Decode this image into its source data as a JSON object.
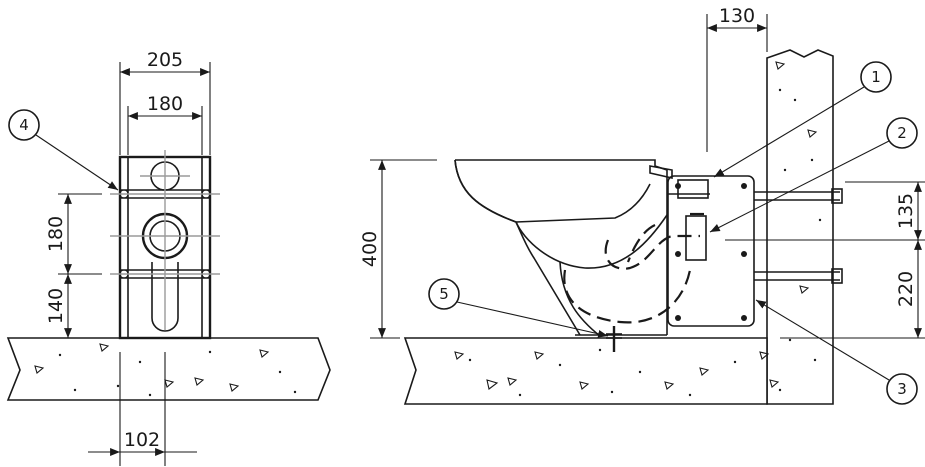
{
  "dimensions": {
    "front_outer_width": "205",
    "front_inner_width": "180",
    "front_vertical_spacing": "180",
    "front_bottom_height": "140",
    "front_outlet_offset": "102",
    "side_wall_offset": "130",
    "side_seat_height": "400",
    "side_bolt_spacing": "135",
    "side_lower_height": "220"
  },
  "callouts": {
    "c1": "1",
    "c2": "2",
    "c3": "3",
    "c4": "4",
    "c5": "5"
  },
  "colors": {
    "line": "#1a1a1a",
    "guide": "#9a9a9a",
    "background": "#ffffff"
  }
}
